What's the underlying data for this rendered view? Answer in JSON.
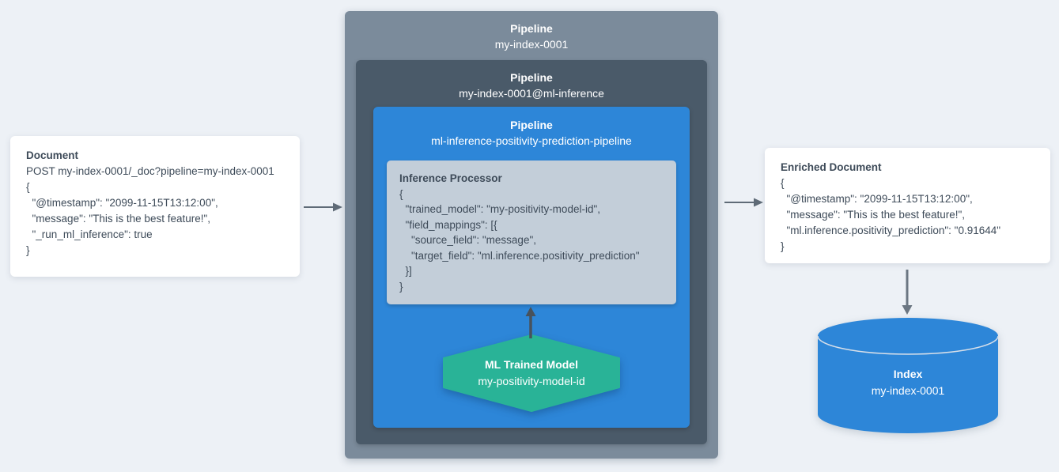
{
  "colors": {
    "background": "#edf1f6",
    "pipeline_outer_bg": "#7b8b9b",
    "pipeline_inner_bg": "#4a5a69",
    "pipeline_blue_bg": "#2d86d8",
    "processor_bg": "#c3ced9",
    "model_teal": "#29b397",
    "index_blue": "#2d86d8",
    "text_dark": "#3e4b59",
    "arrow_gray": "#5f6b77",
    "arrow_dark": "#48525c"
  },
  "document": {
    "title": "Document",
    "lines": [
      "POST my-index-0001/_doc?pipeline=my-index-0001",
      "{",
      "  \"@timestamp\": \"2099-11-15T13:12:00\",",
      "  \"message\": \"This is the best feature!\",",
      "  \"_run_ml_inference\": true",
      "}"
    ]
  },
  "pipeline_outer": {
    "title": "Pipeline",
    "name": "my-index-0001"
  },
  "pipeline_inference": {
    "title": "Pipeline",
    "name": "my-index-0001@ml-inference"
  },
  "pipeline_ml": {
    "title": "Pipeline",
    "name": "ml-inference-positivity-prediction-pipeline"
  },
  "inference_processor": {
    "title": "Inference Processor",
    "lines": [
      "{",
      "  \"trained_model\": \"my-positivity-model-id\",",
      "  \"field_mappings\": [{",
      "    \"source_field\": \"message\",",
      "    \"target_field\": \"ml.inference.positivity_prediction\"",
      "  }]",
      "}"
    ]
  },
  "ml_model": {
    "title": "ML Trained Model",
    "name": "my-positivity-model-id"
  },
  "enriched_document": {
    "title": "Enriched Document",
    "lines": [
      "{",
      "  \"@timestamp\": \"2099-11-15T13:12:00\",",
      "  \"message\": \"This is the best feature!\",",
      "  \"ml.inference.positivity_prediction\": \"0.91644\"",
      "}"
    ]
  },
  "index": {
    "title": "Index",
    "name": "my-index-0001"
  }
}
